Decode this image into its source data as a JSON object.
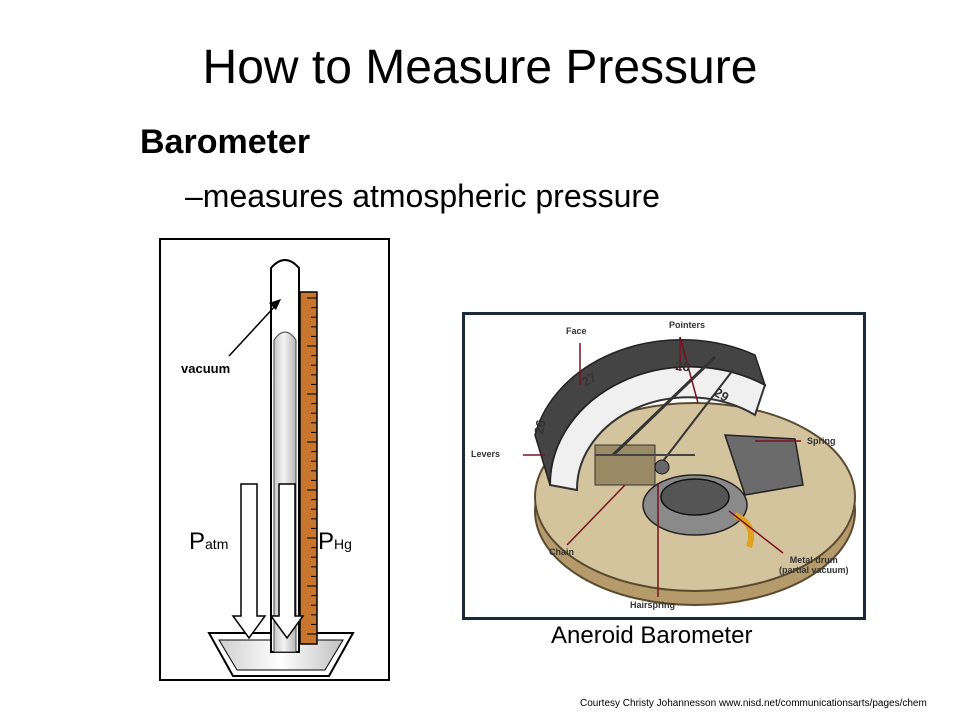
{
  "slide": {
    "title": "How to Measure Pressure",
    "subtitle": "Barometer",
    "bullet": "–measures atmospheric pressure"
  },
  "mercury_diagram": {
    "vacuum_label": "vacuum",
    "p_atm_main": "P",
    "p_atm_sub": "atm",
    "p_hg_main": "P",
    "p_hg_sub": "Hg"
  },
  "aneroid_diagram": {
    "labels": {
      "face": "Face",
      "pointers": "Pointers",
      "spring": "Spring",
      "levers": "Levers",
      "chain": "Chain",
      "metal_drum_line1": "Metal drum",
      "metal_drum_line2": "(partial vacuum)",
      "hairspring": "Hairspring"
    },
    "dial_numbers": [
      "26",
      "27",
      "28",
      "29"
    ],
    "caption": "Aneroid Barometer"
  },
  "credit": "Courtesy Christy Johannesson www.nisd.net/communicationsarts/pages/chem"
}
